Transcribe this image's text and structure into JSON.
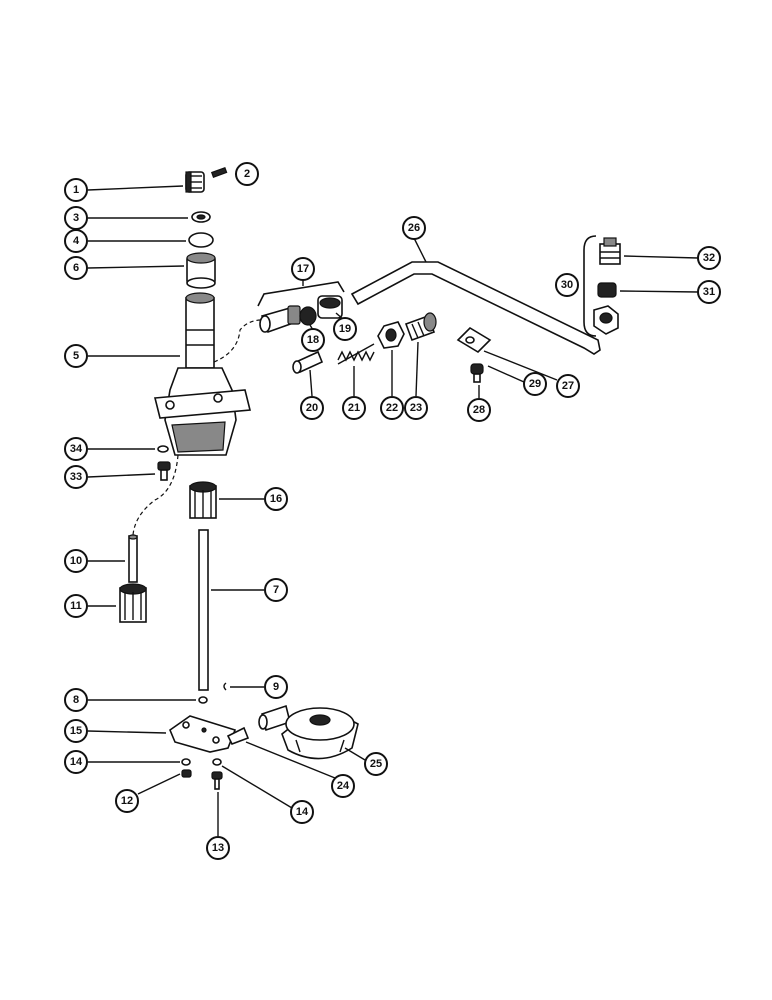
{
  "callouts": [
    {
      "n": "1"
    },
    {
      "n": "2"
    },
    {
      "n": "3"
    },
    {
      "n": "4"
    },
    {
      "n": "6"
    },
    {
      "n": "5"
    },
    {
      "n": "17"
    },
    {
      "n": "18"
    },
    {
      "n": "19"
    },
    {
      "n": "20"
    },
    {
      "n": "21"
    },
    {
      "n": "22"
    },
    {
      "n": "23"
    },
    {
      "n": "26"
    },
    {
      "n": "30"
    },
    {
      "n": "32"
    },
    {
      "n": "31"
    },
    {
      "n": "27"
    },
    {
      "n": "29"
    },
    {
      "n": "28"
    },
    {
      "n": "34"
    },
    {
      "n": "33"
    },
    {
      "n": "16"
    },
    {
      "n": "10"
    },
    {
      "n": "7"
    },
    {
      "n": "11"
    },
    {
      "n": "8"
    },
    {
      "n": "9"
    },
    {
      "n": "15"
    },
    {
      "n": "14"
    },
    {
      "n": "12"
    },
    {
      "n": "13"
    },
    {
      "n": "14"
    },
    {
      "n": "24"
    },
    {
      "n": "25"
    }
  ]
}
